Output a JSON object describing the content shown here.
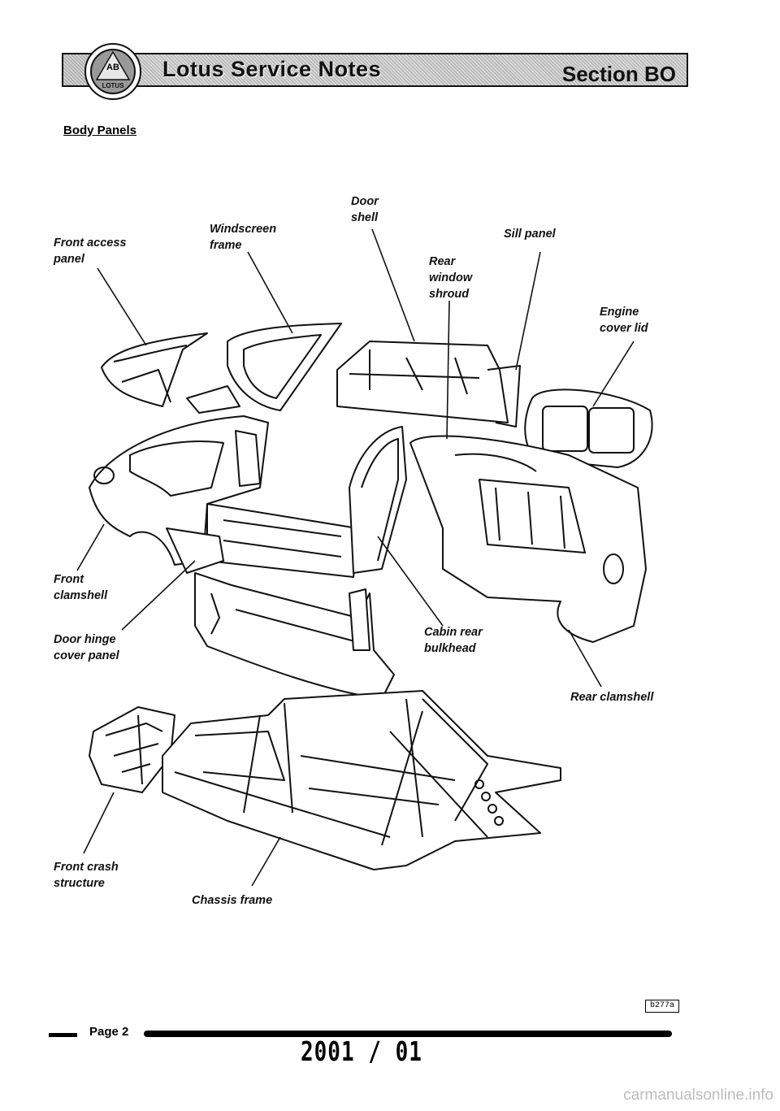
{
  "header": {
    "title": "Lotus Service Notes",
    "section": "Section BO",
    "logo_text": "LOTUS"
  },
  "page": {
    "heading": "Body Panels"
  },
  "diagram": {
    "labels": {
      "door_shell": "Door\nshell",
      "windscreen_frame": "Windscreen\nframe",
      "front_access_panel": "Front access\npanel",
      "sill_panel": "Sill panel",
      "rear_window_shroud": "Rear\nwindow\nshroud",
      "engine_cover_lid": "Engine\ncover lid",
      "front_clamshell": "Front\nclamshell",
      "door_hinge_cover_panel": "Door hinge\ncover panel",
      "cabin_rear_bulkhead": "Cabin rear\nbulkhead",
      "rear_clamshell": "Rear clamshell",
      "front_crash_structure": "Front crash\nstructure",
      "chassis_frame": "Chassis frame"
    },
    "ref_code": "b277a"
  },
  "footer": {
    "page_label": "Page 2",
    "date": "2001 / 01"
  },
  "watermark": "carmanualsonline.info"
}
